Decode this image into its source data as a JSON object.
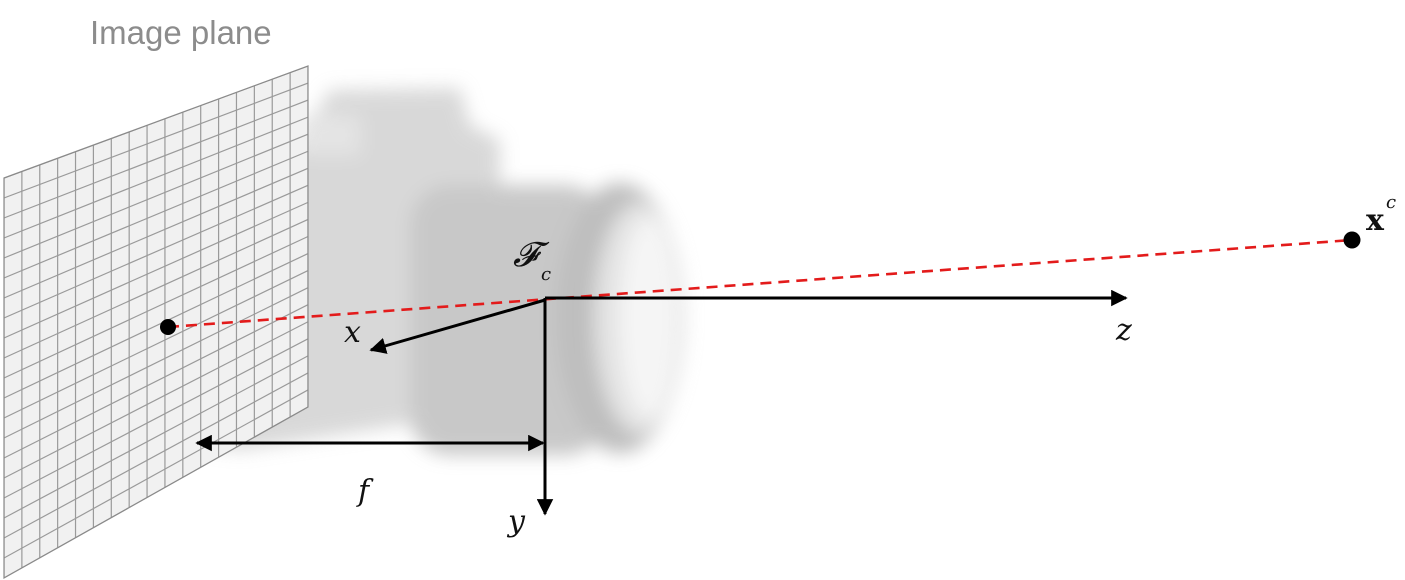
{
  "image_plane": {
    "title": "Image plane"
  },
  "camera_frame": {
    "symbol": "𝓕",
    "subscript": "c"
  },
  "axes": {
    "x": "x",
    "y": "y",
    "z": "z"
  },
  "focal_length": {
    "symbol": "f"
  },
  "point": {
    "symbol": "x",
    "superscript": "c"
  },
  "colors": {
    "ray": "#e31b1b",
    "axis": "#000000",
    "grid": "#9a9a9a",
    "camera": "#bdbdbd"
  }
}
